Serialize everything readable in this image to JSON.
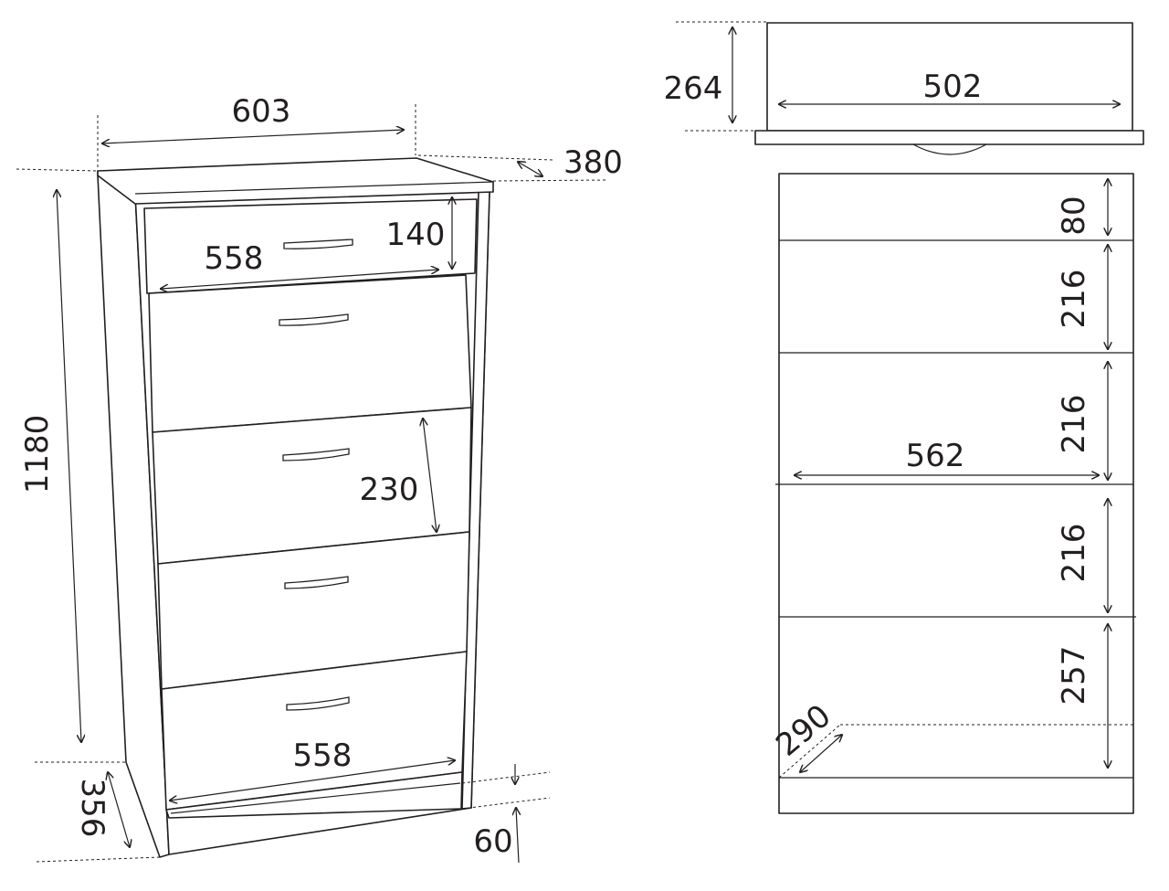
{
  "diagram": {
    "front_view": {
      "width_label": "603",
      "depth_label": "380",
      "height_label": "1180",
      "top_drawer_height_label": "140",
      "top_drawer_width_label": "558",
      "tilt_drawer_height_label": "230",
      "bottom_drawer_width_label": "558",
      "side_depth_label": "356",
      "plinth_height_label": "60"
    },
    "top_view": {
      "height_label": "264",
      "inner_width_label": "502"
    },
    "section_view": {
      "compartments": [
        "80",
        "216",
        "216",
        "216",
        "257"
      ],
      "inner_width_label": "562",
      "shelf_depth_label": "290"
    }
  }
}
